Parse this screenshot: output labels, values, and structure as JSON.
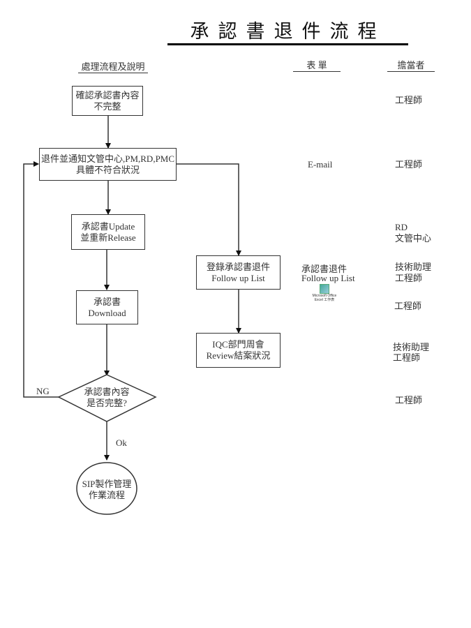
{
  "title": "承認書退件流程",
  "columns": {
    "process": "處理流程及說明",
    "form": "表 單",
    "owner": "擔當者"
  },
  "steps": [
    {
      "id": "confirm",
      "line1": "確認承認書內容",
      "line2": "不完整",
      "owner": [
        "工程師"
      ],
      "form": []
    },
    {
      "id": "notify",
      "line1": "退件並通知文管中心,PM,RD,PMC",
      "line2": "具體不符合狀況",
      "owner": [
        "工程師"
      ],
      "form": [
        "E-mail"
      ]
    },
    {
      "id": "update",
      "line1": "承認書Update",
      "line2": "並重新Release",
      "owner": [
        "RD",
        "文管中心"
      ],
      "form": []
    },
    {
      "id": "register",
      "line1": "登錄承認書退件",
      "line2": "Follow up List",
      "owner": [
        "技術助理",
        "工程師"
      ],
      "form": [
        "承認書退件",
        "Follow up List"
      ]
    },
    {
      "id": "download",
      "line1": "承認書",
      "line2": "Download",
      "owner": [
        "工程師"
      ],
      "form": []
    },
    {
      "id": "review",
      "line1": "IQC部門周會",
      "line2": "Review結案狀況",
      "owner": [
        "技術助理",
        "工程師"
      ],
      "form": []
    },
    {
      "id": "decision",
      "line1": "承認書內容",
      "line2": "是否完整?",
      "owner": [
        "工程師"
      ],
      "form": []
    },
    {
      "id": "end",
      "line1": "SIP製作管理",
      "line2": "作業流程",
      "owner": [],
      "form": []
    }
  ],
  "edge_labels": {
    "ng": "NG",
    "ok": "Ok"
  },
  "attachment": {
    "icon": "excel-icon",
    "caption1": "Microsoft Office",
    "caption2": "Excel 工作表"
  }
}
